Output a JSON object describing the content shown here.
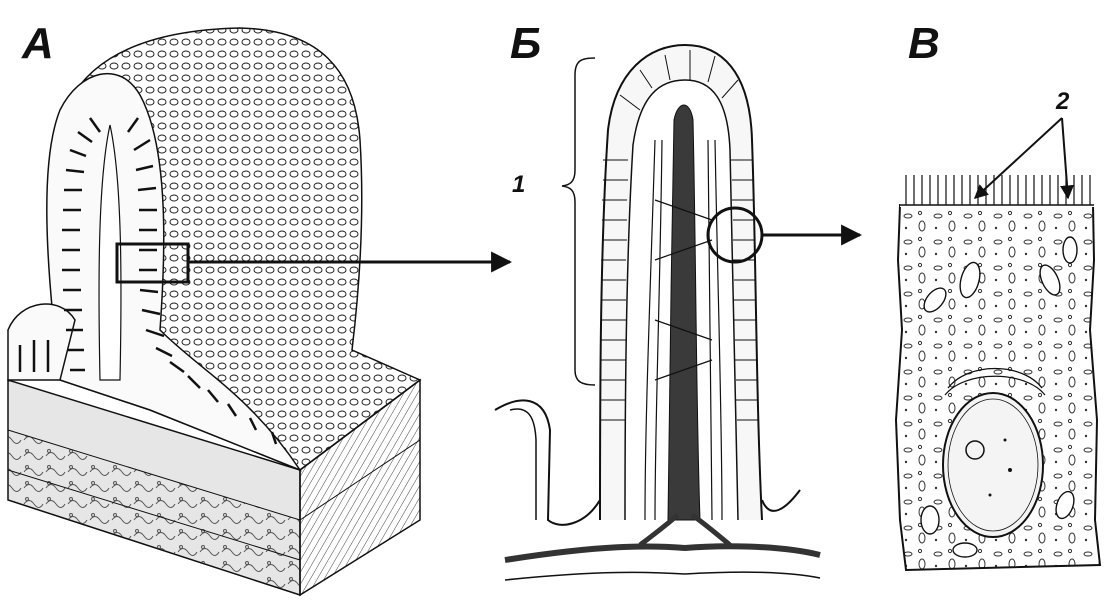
{
  "panels": [
    {
      "letter": "А"
    },
    {
      "letter": "Б"
    },
    {
      "letter": "В"
    }
  ],
  "labels": {
    "villus_height": "1",
    "microvilli": "2"
  },
  "colors": {
    "ink": "#111111",
    "paper": "#ffffff",
    "tissue_fill": "#f2f2f2",
    "vessel_dark": "#3a3a3a"
  }
}
